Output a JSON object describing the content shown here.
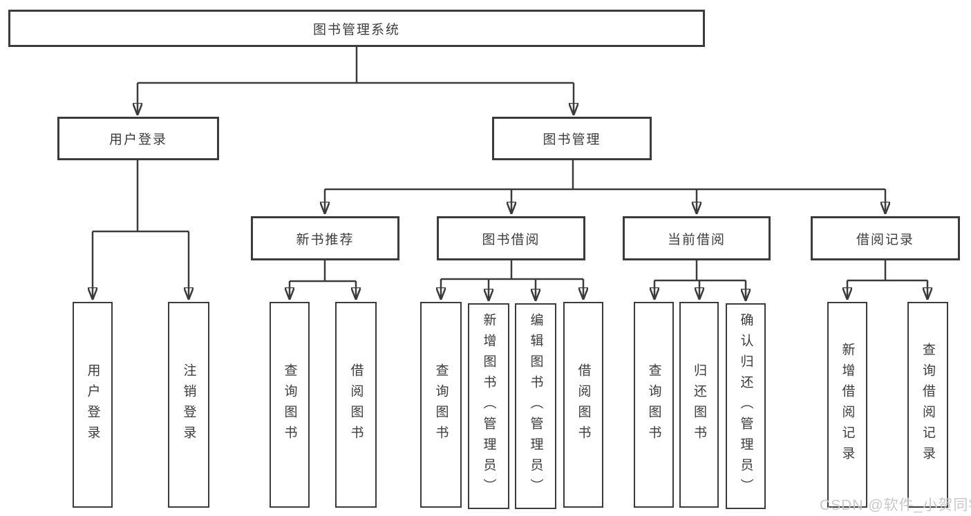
{
  "diagram": {
    "root": {
      "label": "图书管理系统"
    },
    "branches": [
      {
        "label": "用户登录",
        "children": [
          {
            "label": "用户登录"
          },
          {
            "label": "注销登录"
          }
        ]
      },
      {
        "label": "图书管理",
        "children": [
          {
            "label": "新书推荐",
            "children": [
              {
                "label": "查询图书"
              },
              {
                "label": "借阅图书"
              }
            ]
          },
          {
            "label": "图书借阅",
            "children": [
              {
                "label": "查询图书"
              },
              {
                "label": "新增图书（管理员）"
              },
              {
                "label": "编辑图书（管理员）"
              },
              {
                "label": "借阅图书"
              }
            ]
          },
          {
            "label": "当前借阅",
            "children": [
              {
                "label": "查询图书"
              },
              {
                "label": "归还图书"
              },
              {
                "label": "确认归还（管理员）"
              }
            ]
          },
          {
            "label": "借阅记录",
            "children": [
              {
                "label": "新增借阅记录"
              },
              {
                "label": "查询借阅记录"
              }
            ]
          }
        ]
      }
    ]
  },
  "watermark": {
    "text": "CSDN @软件_小贺同学"
  },
  "colors": {
    "line": "#3b3b3b",
    "text": "#3c3c3c",
    "watermark": "#c8c8c8",
    "background": "#ffffff"
  }
}
